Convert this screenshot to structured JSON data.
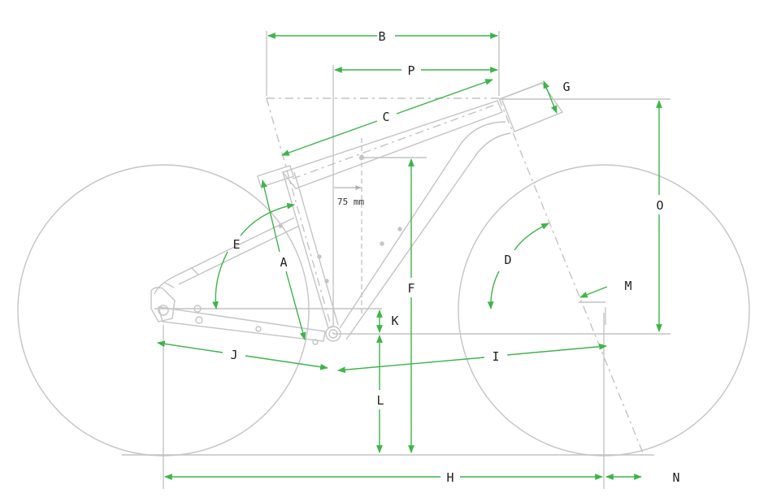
{
  "colors": {
    "frame": "#c4c4c4",
    "dimension": "#3db54a",
    "text": "#222222"
  },
  "annotation": {
    "offset": "75 mm"
  },
  "labels": {
    "A": "A",
    "B": "B",
    "C": "C",
    "D": "D",
    "E": "E",
    "F": "F",
    "G": "G",
    "H": "H",
    "I": "I",
    "J": "J",
    "K": "K",
    "L": "L",
    "M": "M",
    "N": "N",
    "O": "O",
    "P": "P"
  }
}
